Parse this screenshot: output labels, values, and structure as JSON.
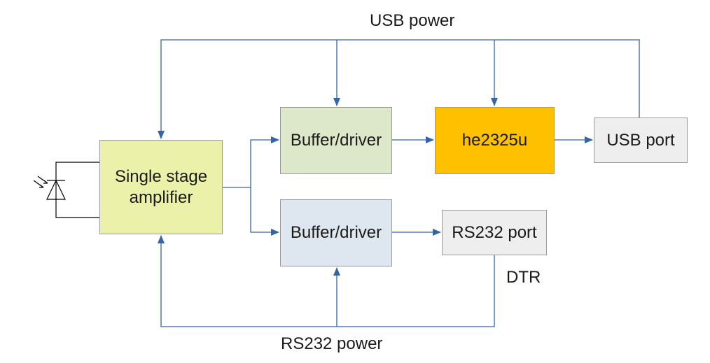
{
  "labels": {
    "usb_power": "USB power",
    "rs232_power": "RS232 power",
    "dtr": "DTR"
  },
  "blocks": {
    "amplifier": {
      "line1": "Single stage",
      "line2": "amplifier",
      "fill": "#ebf1a8"
    },
    "buffer_top": {
      "text": "Buffer/driver",
      "fill": "#dde8cb"
    },
    "he2325u": {
      "text": "he2325u",
      "fill": "#ffc000"
    },
    "usb_port": {
      "text": "USB port",
      "fill": "#eeeeee"
    },
    "buffer_bottom": {
      "text": "Buffer/driver",
      "fill": "#dee6ef"
    },
    "rs232_port": {
      "text": "RS232 port",
      "fill": "#eeeeee"
    }
  },
  "colors": {
    "arrow": "#3465a4",
    "wire": "#000000"
  },
  "icons": {
    "photodiode": "photodiode-icon"
  }
}
